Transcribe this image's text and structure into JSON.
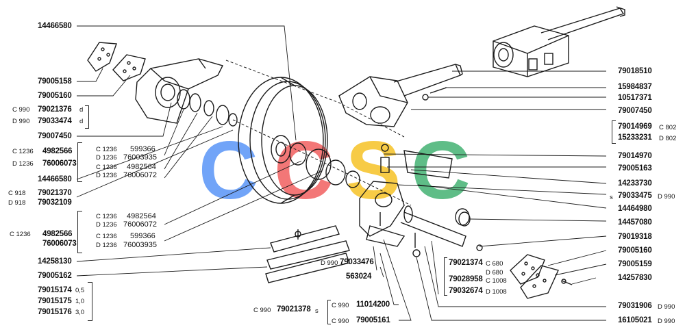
{
  "colors": {
    "line": "#1a1a1a",
    "blue": "#3b82f6",
    "red": "#ef4444",
    "yellow": "#f5b800",
    "green": "#22a45a"
  },
  "watermark": {
    "c1": "C",
    "c2": "C",
    "c3": "S",
    "c4": "C"
  },
  "left": {
    "p14466580_top": "14466580",
    "p79005158": "79005158",
    "p79005160": "79005160",
    "c990": "C 990",
    "p79021376": "79021376",
    "d1": "d",
    "d990": "D 990",
    "p79033474": "79033474",
    "d2": "d",
    "p79007450": "79007450",
    "c1236a": "C 1236",
    "p4982566a": "4982566",
    "d1236a": "D 1236",
    "p76006073a": "76006073",
    "g1_c1": "C 1236",
    "g1_v1": "599366",
    "g1_c2": "D 1236",
    "g1_v2": "76003935",
    "g1_c3": "C 1236",
    "g1_v3": "4982564",
    "g1_c4": "D 1236",
    "g1_v4": "76006072",
    "p14466580_mid": "14466580",
    "c918": "C 918",
    "p79021370": "79021370",
    "d918": "D 918",
    "p79032109": "79032109",
    "g2_c1": "C 1236",
    "g2_v1": "4982564",
    "g2_c2": "D 1236",
    "g2_v2": "76006072",
    "g2_c3": "C 1236",
    "g2_v3": "599366",
    "g2_c4": "D 1236",
    "g2_v4": "76003935",
    "c1236b": "C 1236",
    "p4982566b": "4982566",
    "p76006073b": "76006073",
    "p14258130": "14258130",
    "p79005162": "79005162",
    "p79015174": "79015174",
    "t05": "0,5",
    "p79015175": "79015175",
    "t10": "1,0",
    "p79015176": "79015176",
    "t30": "3,0"
  },
  "bottom": {
    "d990": "D 990",
    "p79033476": "79033476",
    "p563024": "563024",
    "c990": "C 990",
    "p79021378": "79021378",
    "s": "s",
    "c990b": "C 990",
    "p11014200": "11014200",
    "c990c": "C 990",
    "p79005161": "79005161"
  },
  "right": {
    "p79018510": "79018510",
    "p15984837": "15984837",
    "p10517371": "10517371",
    "p79007450": "79007450",
    "p79014969": "79014969",
    "c802": "C 802",
    "p15233231": "15233231",
    "d802": "D 802",
    "p79014970": "79014970",
    "p79005163": "79005163",
    "p14233730": "14233730",
    "s": "s",
    "p79033475": "79033475",
    "d990": "D 990",
    "p14464980": "14464980",
    "p14457080": "14457080",
    "p79019318": "79019318",
    "p79005160": "79005160",
    "p79021374": "79021374",
    "c680": "C 680",
    "p79028958": "79028958",
    "d680": "D 680",
    "c1008": "C 1008",
    "p79032674": "79032674",
    "d1008": "D 1008",
    "p79005159": "79005159",
    "p14257830": "14257830",
    "p79031906": "79031906",
    "d990a": "D 990",
    "p16105021": "16105021",
    "d990b": "D 990"
  }
}
